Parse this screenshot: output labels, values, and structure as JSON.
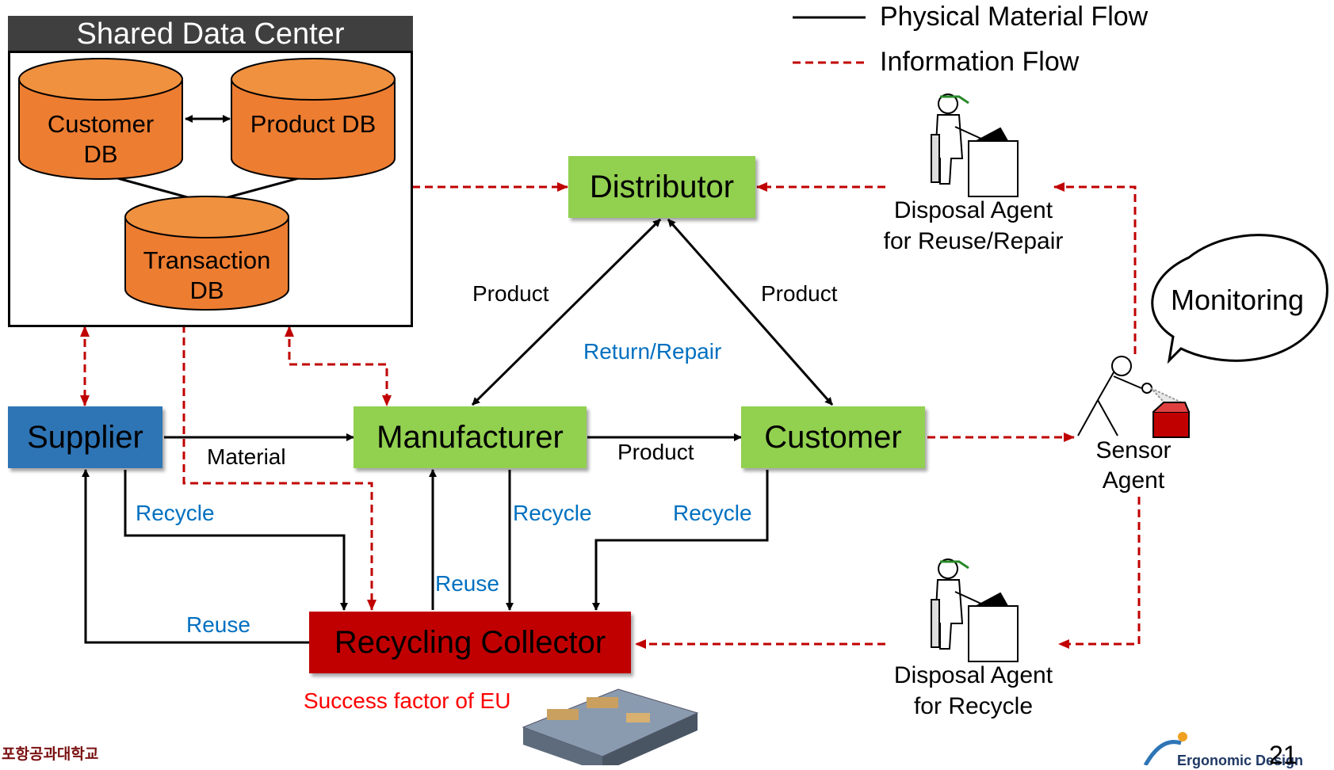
{
  "legend": {
    "physical": "Physical Material Flow",
    "information": "Information Flow"
  },
  "data_center": {
    "title": "Shared Data Center",
    "customer_db": [
      "Customer",
      "DB"
    ],
    "product_db": "Product DB",
    "transaction_db": [
      "Transaction",
      "DB"
    ]
  },
  "nodes": {
    "distributor": "Distributor",
    "supplier": "Supplier",
    "manufacturer": "Manufacturer",
    "customer": "Customer",
    "recycling_collector": "Recycling Collector"
  },
  "agents": {
    "disposal_reuse": [
      "Disposal Agent",
      "for Reuse/Repair"
    ],
    "disposal_recycle": [
      "Disposal Agent",
      "for Recycle"
    ],
    "sensor": [
      "Sensor",
      "Agent"
    ],
    "monitoring": "Monitoring"
  },
  "flow_labels": {
    "product_left": "Product",
    "product_right": "Product",
    "return_repair": "Return/Repair",
    "material": "Material",
    "product_mid": "Product",
    "recycle_supplier": "Recycle",
    "recycle_manufacturer": "Recycle",
    "recycle_customer": "Recycle",
    "reuse_manufacturer": "Reuse",
    "reuse_supplier": "Reuse"
  },
  "note": "Success factor of EU",
  "footer": {
    "university": "포항공과대학교",
    "logo_text": "Ergonomic Design",
    "page_number": "21"
  },
  "colors": {
    "info_flow": "#c00000",
    "green": "#92d050",
    "supplier": "#2e75b6",
    "collector": "#c00000",
    "db_orange": "#ed7d31",
    "blue_text": "#0070c0",
    "note_red": "#ff0000"
  }
}
